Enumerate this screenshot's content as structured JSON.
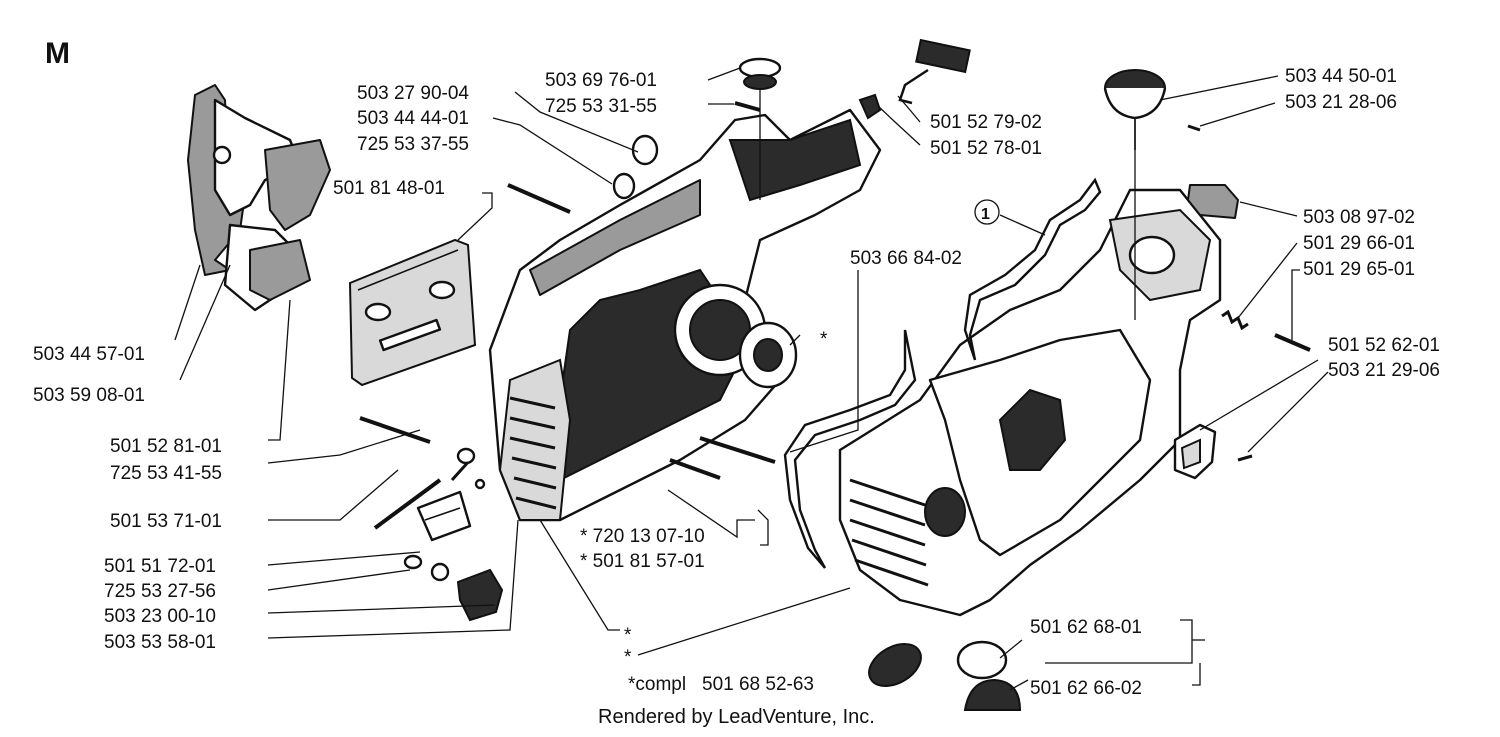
{
  "diagram": {
    "section_letter": "M",
    "footer": "Rendered by LeadVenture, Inc.",
    "callout_number": "1",
    "labels": [
      "503 27 90-04",
      "503 44 44-01",
      "725 53 37-55",
      "503 69 76-01",
      "725 53 31-55",
      "501 52 79-02",
      "501 52 78-01",
      "503 44 50-01",
      "503 21 28-06",
      "501 81 48-01",
      "503 08 97-02",
      "501 29 66-01",
      "501 29 65-01",
      "503 66 84-02",
      "501 52 62-01",
      "503 21 29-06",
      "503 44 57-01",
      "503 59 08-01",
      "501 52 81-01",
      "725 53 41-55",
      "501 53 71-01",
      "501 51 72-01",
      "725 53 27-56",
      "503 23 00-10",
      "503 53 58-01",
      "*",
      "* 720 13 07-10",
      "* 501 81 57-01",
      "*",
      "*",
      "501 62 68-01",
      "501 62 66-02",
      "*compl",
      "501 68 52-63"
    ]
  }
}
